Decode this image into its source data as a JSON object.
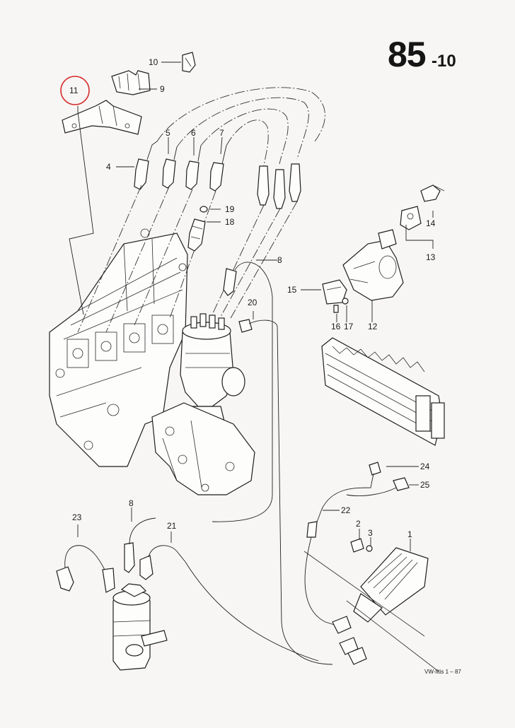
{
  "page": {
    "number": "85",
    "suffix": "-10",
    "source_ref": "VW-Iltis 1 – 87",
    "highlight_color": "#d42a2a"
  },
  "callouts": {
    "c1": "1",
    "c2": "2",
    "c3": "3",
    "c4": "4",
    "c5": "5",
    "c6": "6",
    "c7": "7",
    "c8a": "8",
    "c8b": "8",
    "c9": "9",
    "c10": "10",
    "c11": "11",
    "c12": "12",
    "c13": "13",
    "c14": "14",
    "c15": "15",
    "c16": "16",
    "c17": "17",
    "c18": "18",
    "c19": "19",
    "c20": "20",
    "c21": "21",
    "c22": "22",
    "c23": "23",
    "c24": "24",
    "c25": "25"
  },
  "highlighted_callout": "11"
}
